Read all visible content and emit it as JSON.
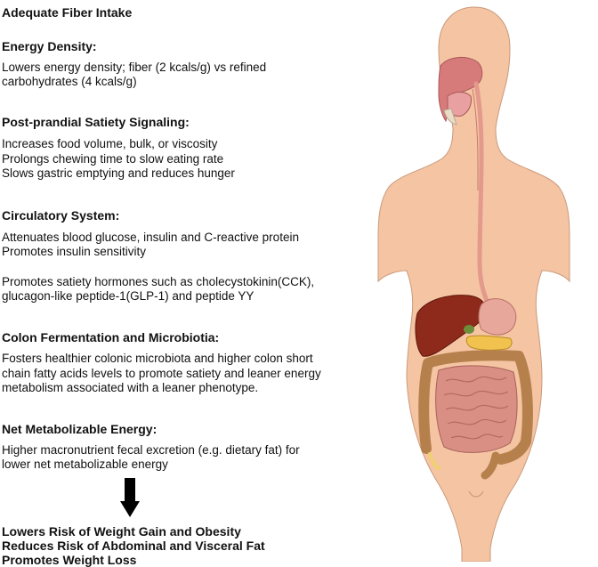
{
  "title": "Adequate Fiber Intake",
  "sections": [
    {
      "heading": "Energy Density:",
      "lines": [
        "Lowers energy density; fiber (2 kcals/g) vs refined",
        "carbohydrates (4 kcals/g)"
      ]
    },
    {
      "heading": "Post-prandial Satiety Signaling:",
      "lines": [
        "Increases food volume, bulk, or viscosity",
        "Prolongs chewing time to slow eating rate",
        "Slows gastric emptying and reduces hunger"
      ]
    },
    {
      "heading": "Circulatory System:",
      "lines": [
        "Attenuates blood glucose, insulin and C-reactive protein",
        "Promotes insulin sensitivity",
        "",
        "Promotes satiety hormones such as cholecystokinin(CCK),",
        "glucagon-like peptide-1(GLP-1) and peptide YY"
      ]
    },
    {
      "heading": "Colon Fermentation and Microbiotia:",
      "lines": [
        "Fosters healthier colonic microbiota and higher colon short",
        "chain fatty acids levels to promote satiety and leaner energy",
        "metabolism associated with a leaner phenotype."
      ]
    },
    {
      "heading": "Net Metabolizable Energy:",
      "lines": [
        "Higher macronutrient fecal excretion (e.g. dietary fat) for",
        "lower net metabolizable energy"
      ]
    }
  ],
  "conclusions": [
    "Lowers Risk of Weight Gain and Obesity",
    "Reduces Risk of Abdominal and Visceral Fat",
    "Promotes Weight Loss"
  ],
  "colors": {
    "skin": "#f4c4a3",
    "skin_outline": "#c99a7c",
    "liver": "#8e2a1c",
    "stomach": "#e8a79b",
    "intestine": "#d98f84",
    "colon": "#b5804c",
    "esophagus": "#e39a8c"
  },
  "icons": {
    "arrow": "down-arrow-icon"
  }
}
